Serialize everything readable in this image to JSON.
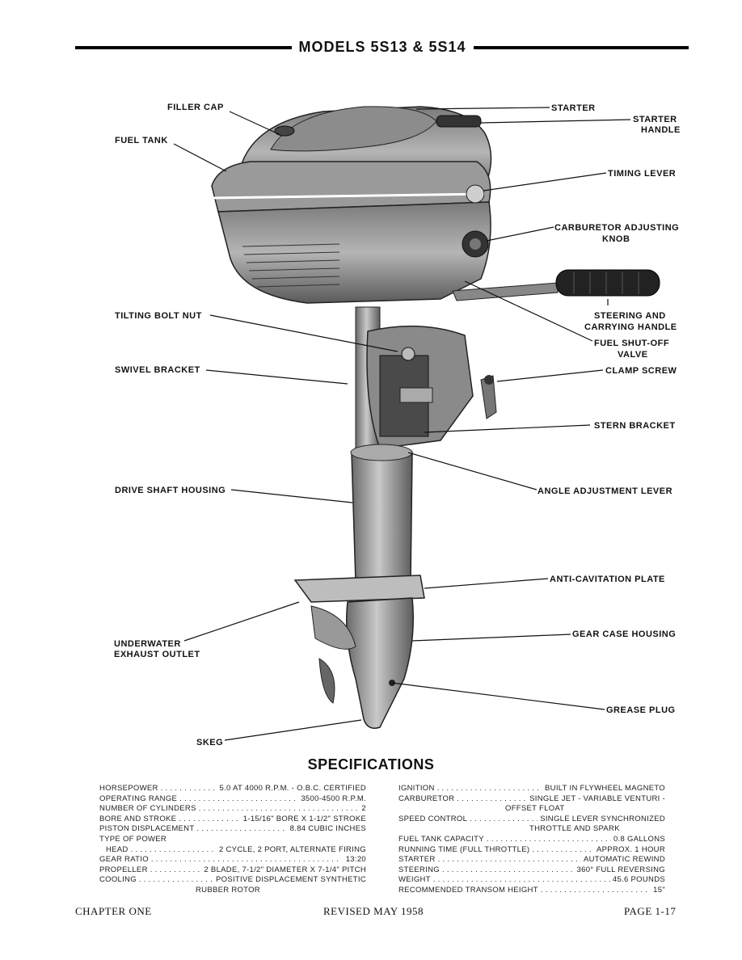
{
  "header": {
    "title": "MODELS 5S13 & 5S14"
  },
  "labels": {
    "filler_cap": "FILLER CAP",
    "fuel_tank": "FUEL TANK",
    "starter": "STARTER",
    "starter_handle_1": "STARTER",
    "starter_handle_2": "HANDLE",
    "timing_lever": "TIMING LEVER",
    "carburetor_1": "CARBURETOR ADJUSTING",
    "carburetor_2": "KNOB",
    "tilting_bolt_nut": "TILTING BOLT NUT",
    "steering_1": "STEERING AND",
    "steering_2": "CARRYING HANDLE",
    "fuel_shutoff_1": "FUEL SHUT-OFF",
    "fuel_shutoff_2": "VALVE",
    "swivel_bracket": "SWIVEL BRACKET",
    "clamp_screw": "CLAMP SCREW",
    "stern_bracket": "STERN BRACKET",
    "drive_shaft_housing": "DRIVE SHAFT HOUSING",
    "angle_adjustment_lever": "ANGLE ADJUSTMENT LEVER",
    "anti_cavitation_plate": "ANTI-CAVITATION PLATE",
    "underwater_1": "UNDERWATER",
    "underwater_2": "EXHAUST OUTLET",
    "gear_case_housing": "GEAR CASE HOUSING",
    "grease_plug": "GREASE PLUG",
    "skeg": "SKEG"
  },
  "specifications": {
    "title": "SPECIFICATIONS",
    "left": [
      {
        "key": "HORSEPOWER",
        "value": "5.0 AT 4000 R.P.M. - O.B.C. CERTIFIED"
      },
      {
        "key": "OPERATING RANGE",
        "value": "3500-4500 R.P.M."
      },
      {
        "key": "NUMBER OF CYLINDERS",
        "value": "2"
      },
      {
        "key": "BORE AND STROKE",
        "value": "1-15/16\" BORE X 1-1/2\" STROKE"
      },
      {
        "key": "PISTON DISPLACEMENT",
        "value": "8.84 CUBIC INCHES"
      },
      {
        "key": "TYPE OF POWER",
        "value": ""
      },
      {
        "key": "HEAD",
        "value": "2 CYCLE, 2 PORT, ALTERNATE FIRING"
      },
      {
        "key": "GEAR RATIO",
        "value": "13:20"
      },
      {
        "key": "PROPELLER",
        "value": "2 BLADE, 7-1/2\" DIAMETER X 7-1/4\" PITCH"
      },
      {
        "key": "COOLING",
        "value": "POSITIVE DISPLACEMENT SYNTHETIC"
      }
    ],
    "left_cont": "RUBBER ROTOR",
    "right": [
      {
        "key": "IGNITION",
        "value": "BUILT IN FLYWHEEL MAGNETO"
      },
      {
        "key": "CARBURETOR",
        "value": "SINGLE JET - VARIABLE VENTURI -"
      }
    ],
    "right_cont_1": "OFFSET FLOAT",
    "right_b": [
      {
        "key": "SPEED CONTROL",
        "value": "SINGLE LEVER SYNCHRONIZED"
      }
    ],
    "right_cont_2": "THROTTLE AND SPARK",
    "right_c": [
      {
        "key": "FUEL TANK CAPACITY",
        "value": "0.8 GALLONS"
      },
      {
        "key": "RUNNING TIME (FULL THROTTLE)",
        "value": "APPROX. 1 HOUR"
      },
      {
        "key": "STARTER",
        "value": "AUTOMATIC REWIND"
      },
      {
        "key": "STEERING",
        "value": "360° FULL REVERSING"
      },
      {
        "key": "WEIGHT",
        "value": "45.6 POUNDS"
      },
      {
        "key": "RECOMMENDED TRANSOM HEIGHT",
        "value": "15\""
      }
    ]
  },
  "footer": {
    "chapter": "CHAPTER ONE",
    "revised": "REVISED MAY 1958",
    "page": "PAGE 1-17"
  }
}
